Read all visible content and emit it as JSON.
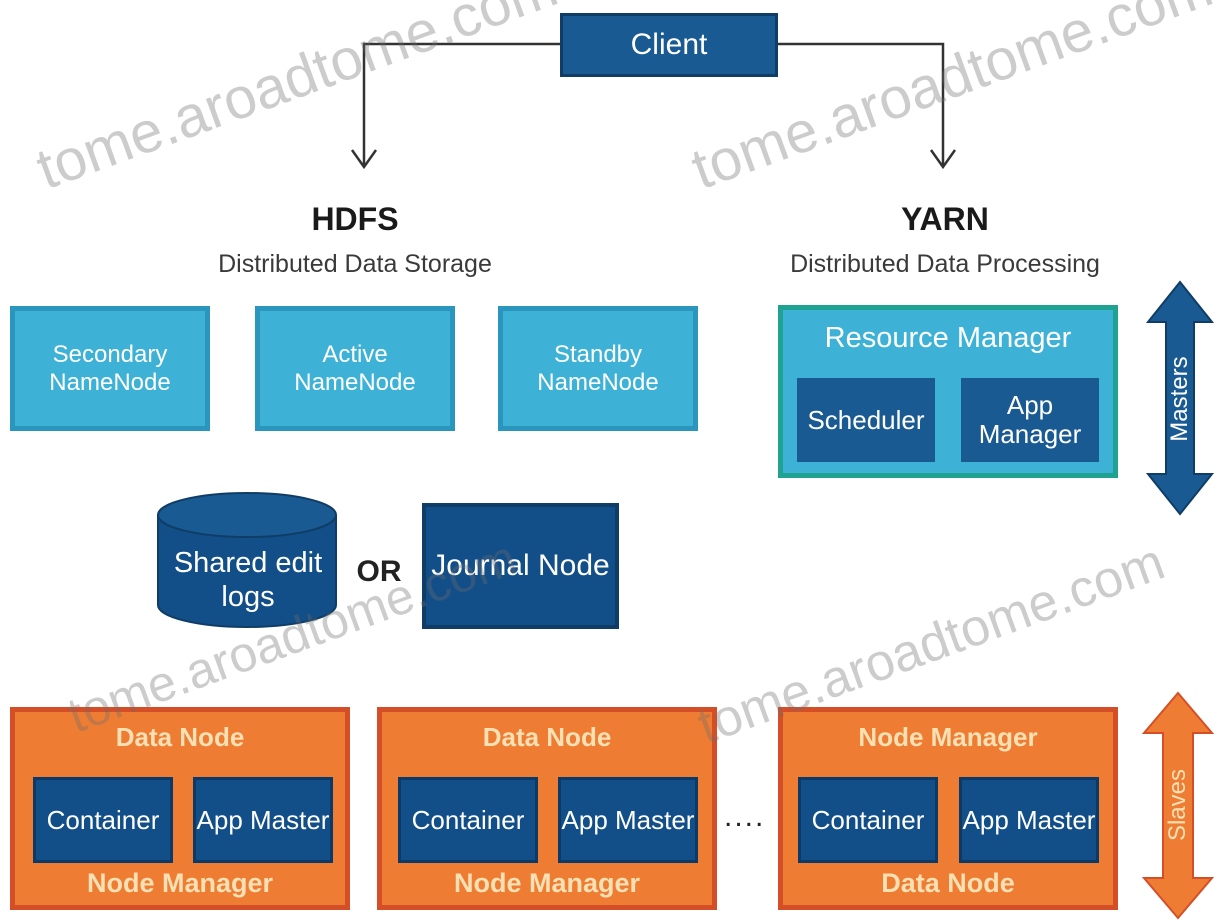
{
  "client": {
    "label": "Client"
  },
  "hdfs": {
    "title": "HDFS",
    "subtitle": "Distributed Data Storage",
    "namenodes": [
      {
        "label": "Secondary NameNode"
      },
      {
        "label": "Active NameNode"
      },
      {
        "label": "Standby NameNode"
      }
    ],
    "shared_logs": "Shared edit logs",
    "or_label": "OR",
    "journal": "Journal Node"
  },
  "yarn": {
    "title": "YARN",
    "subtitle": "Distributed Data Processing",
    "resource_manager": {
      "title": "Resource Manager",
      "scheduler": "Scheduler",
      "app_manager": "App Manager"
    }
  },
  "masters_label": "Masters",
  "slaves_label": "Slaves",
  "slaves": [
    {
      "top": "Data Node",
      "container": "Container",
      "app_master": "App Master",
      "bottom": "Node Manager"
    },
    {
      "top": "Data Node",
      "container": "Container",
      "app_master": "App Master",
      "bottom": "Node Manager"
    },
    {
      "top": "Node Manager",
      "container": "Container",
      "app_master": "App Master",
      "bottom": "Data Node"
    }
  ],
  "ellipsis": "....",
  "watermark": "tome.aroadtome.com",
  "colors": {
    "dark_blue": "#124e88",
    "light_blue": "#3db2d6",
    "orange": "#ee7d33",
    "orange_border": "#d44f28"
  }
}
